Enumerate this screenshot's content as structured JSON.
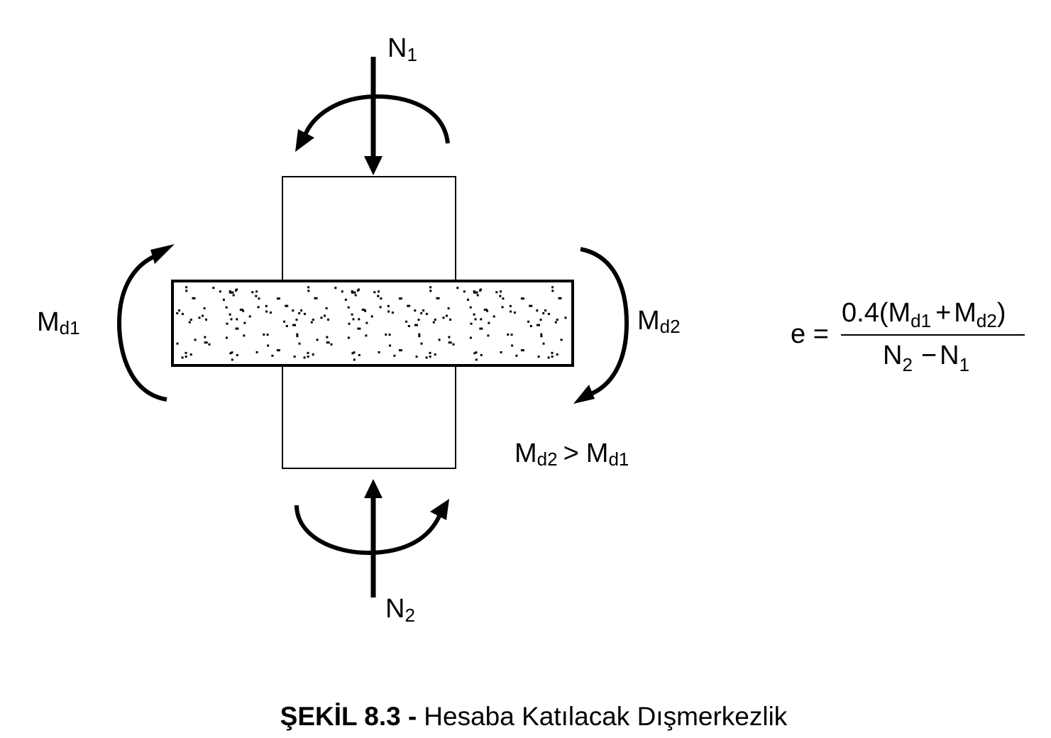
{
  "labels": {
    "n1": {
      "main": "N",
      "sub": "1"
    },
    "n2": {
      "main": "N",
      "sub": "2"
    },
    "md1": {
      "main": "M",
      "sub": "d1"
    },
    "md2": {
      "main": "M",
      "sub": "d2"
    },
    "condition": {
      "left_main": "M",
      "left_sub": "d2",
      "op": ">",
      "right_main": "M",
      "right_sub": "d1"
    }
  },
  "formula": {
    "lhs": "e =",
    "numerator": {
      "a": "0.4(M",
      "a_sub": "d1",
      "plus": "+",
      "b": "M",
      "b_sub": "d2",
      "close": ")"
    },
    "denominator": {
      "a": "N",
      "a_sub": "2",
      "minus": "−",
      "b": "N",
      "b_sub": "1"
    }
  },
  "caption": {
    "bold": "ŞEKİL 8.3 -",
    "text": "Hesaba Katılacak Dışmerkezlik"
  }
}
